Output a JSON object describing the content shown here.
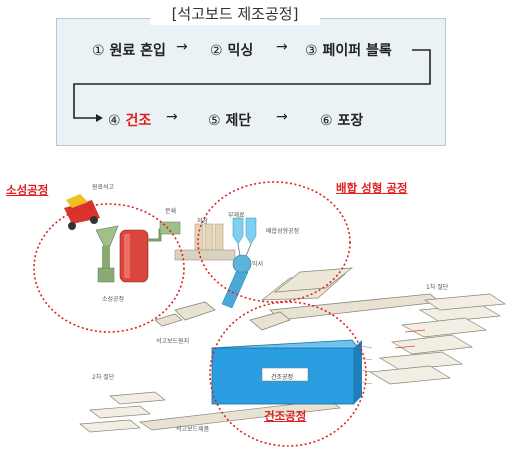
{
  "header": {
    "title": "[석고보드 제조공정]"
  },
  "steps": [
    {
      "num": "①",
      "label": "원료 혼입",
      "highlight": false
    },
    {
      "num": "②",
      "label": "믹싱",
      "highlight": false
    },
    {
      "num": "③",
      "label": "페이퍼 블록",
      "highlight": false
    },
    {
      "num": "④",
      "label": "건조",
      "highlight": true
    },
    {
      "num": "⑤",
      "label": "제단",
      "highlight": false
    },
    {
      "num": "⑥",
      "label": "포장",
      "highlight": false
    }
  ],
  "arrow_glyph": "→",
  "zones": {
    "calcination": "소성공정",
    "mixing_forming": "배합 성형 공정",
    "drying": "건조공정"
  },
  "diagram_labels": {
    "raw_gypsum": "원료석고",
    "grinding": "분쇄",
    "calcination_process": "소성공정",
    "storage": "저장",
    "additives": "부재료",
    "mixing_forming_process": "배합성형공정",
    "mixer": "믹서",
    "board_forming": "석고보드원지",
    "first_cut": "1차 절단",
    "second_cut": "2차 절단",
    "drying_process": "건조공정",
    "product": "석고보드제품"
  },
  "colors": {
    "accent_red": "#e02020",
    "step_box": "#eaf2f6",
    "dryer_blue": "#2a9ee0"
  }
}
